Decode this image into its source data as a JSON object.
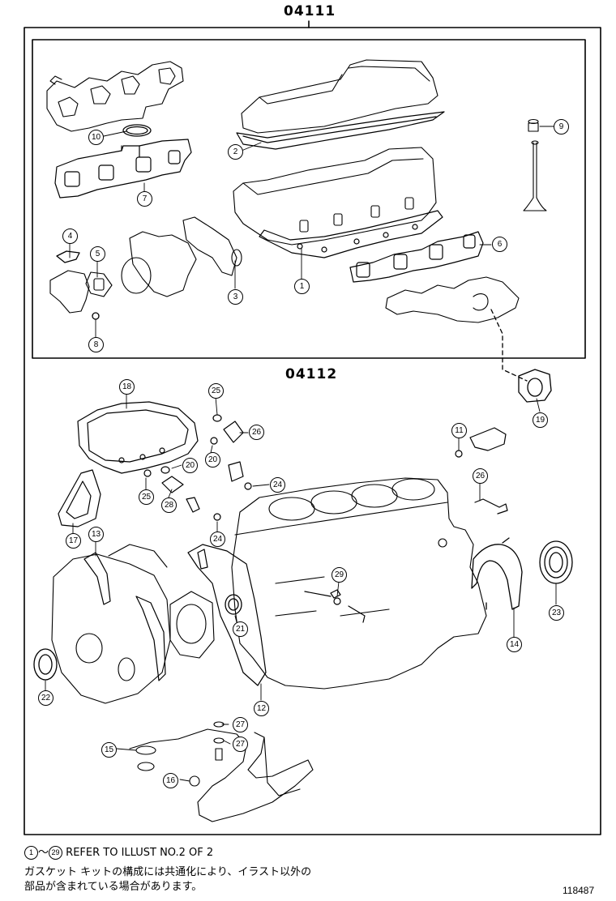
{
  "kits": {
    "upper_code": "04111",
    "lower_code": "04112"
  },
  "callouts": [
    {
      "id": "c1",
      "label": "1"
    },
    {
      "id": "c2",
      "label": "2"
    },
    {
      "id": "c3",
      "label": "3"
    },
    {
      "id": "c4",
      "label": "4"
    },
    {
      "id": "c5",
      "label": "5"
    },
    {
      "id": "c6",
      "label": "6"
    },
    {
      "id": "c7",
      "label": "7"
    },
    {
      "id": "c8",
      "label": "8"
    },
    {
      "id": "c9",
      "label": "9"
    },
    {
      "id": "c10",
      "label": "10"
    },
    {
      "id": "c11",
      "label": "11"
    },
    {
      "id": "c12",
      "label": "12"
    },
    {
      "id": "c13",
      "label": "13"
    },
    {
      "id": "c14",
      "label": "14"
    },
    {
      "id": "c15",
      "label": "15"
    },
    {
      "id": "c16",
      "label": "16"
    },
    {
      "id": "c17",
      "label": "17"
    },
    {
      "id": "c18",
      "label": "18"
    },
    {
      "id": "c19",
      "label": "19"
    },
    {
      "id": "c20a",
      "label": "20"
    },
    {
      "id": "c20b",
      "label": "20"
    },
    {
      "id": "c21",
      "label": "21"
    },
    {
      "id": "c22",
      "label": "22"
    },
    {
      "id": "c23",
      "label": "23"
    },
    {
      "id": "c24a",
      "label": "24"
    },
    {
      "id": "c24b",
      "label": "24"
    },
    {
      "id": "c25a",
      "label": "25"
    },
    {
      "id": "c25b",
      "label": "25"
    },
    {
      "id": "c26a",
      "label": "26"
    },
    {
      "id": "c26b",
      "label": "26"
    },
    {
      "id": "c27a",
      "label": "27"
    },
    {
      "id": "c27b",
      "label": "27"
    },
    {
      "id": "c28",
      "label": "28"
    },
    {
      "id": "c29",
      "label": "29"
    }
  ],
  "notes": {
    "ref_start": "1",
    "ref_tilde": "～",
    "ref_end": "29",
    "ref_text": "REFER TO ILLUST NO.2 OF 2",
    "jp_line1": "ガスケット キットの構成には共通化により、イラスト以外の",
    "jp_line2": "部品が含まれている場合があります。",
    "figure_number": "118487"
  }
}
